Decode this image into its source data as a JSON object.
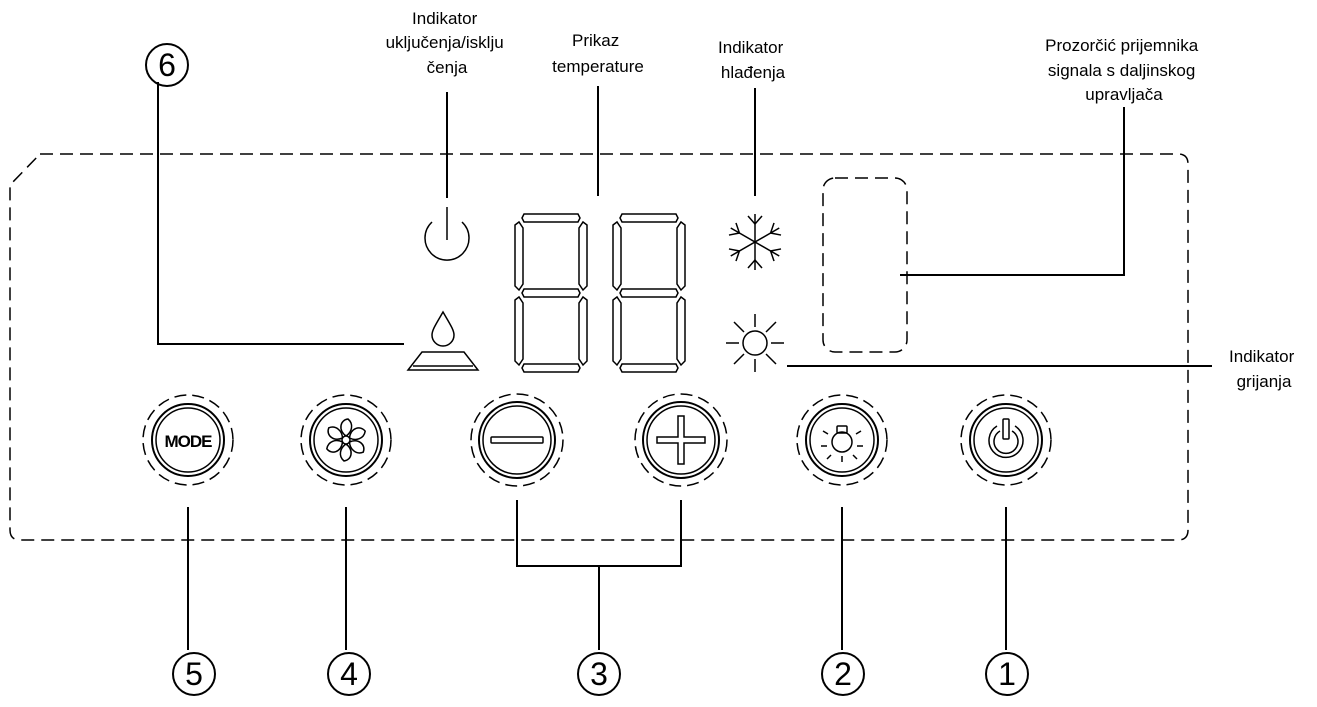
{
  "labels": {
    "power_indicator": [
      "Indikator",
      "uključenja/isklju",
      "čenja"
    ],
    "temperature_display": [
      "Prikaz",
      "temperature"
    ],
    "cooling_indicator": [
      "Indikator",
      "hlađenja"
    ],
    "remote_receiver": [
      "Prozorčić prijemnika",
      "signala s daljinskog",
      "upravljača"
    ],
    "heating_indicator": [
      "Indikator",
      "grijanja"
    ]
  },
  "callouts": {
    "c1": "1",
    "c2": "2",
    "c3": "3",
    "c4": "4",
    "c5": "5",
    "c6": "6"
  },
  "buttons": {
    "mode_label": "MODE"
  },
  "icons": {
    "power_indicator": "power-icon",
    "water_tank_indicator": "water-drop-tray-icon",
    "cooling_indicator": "snowflake-icon",
    "heating_indicator": "sun-icon",
    "fan_button": "fan-icon",
    "minus_button": "minus-icon",
    "plus_button": "plus-icon",
    "light_button": "light-bulb-icon",
    "power_button": "power-icon"
  }
}
